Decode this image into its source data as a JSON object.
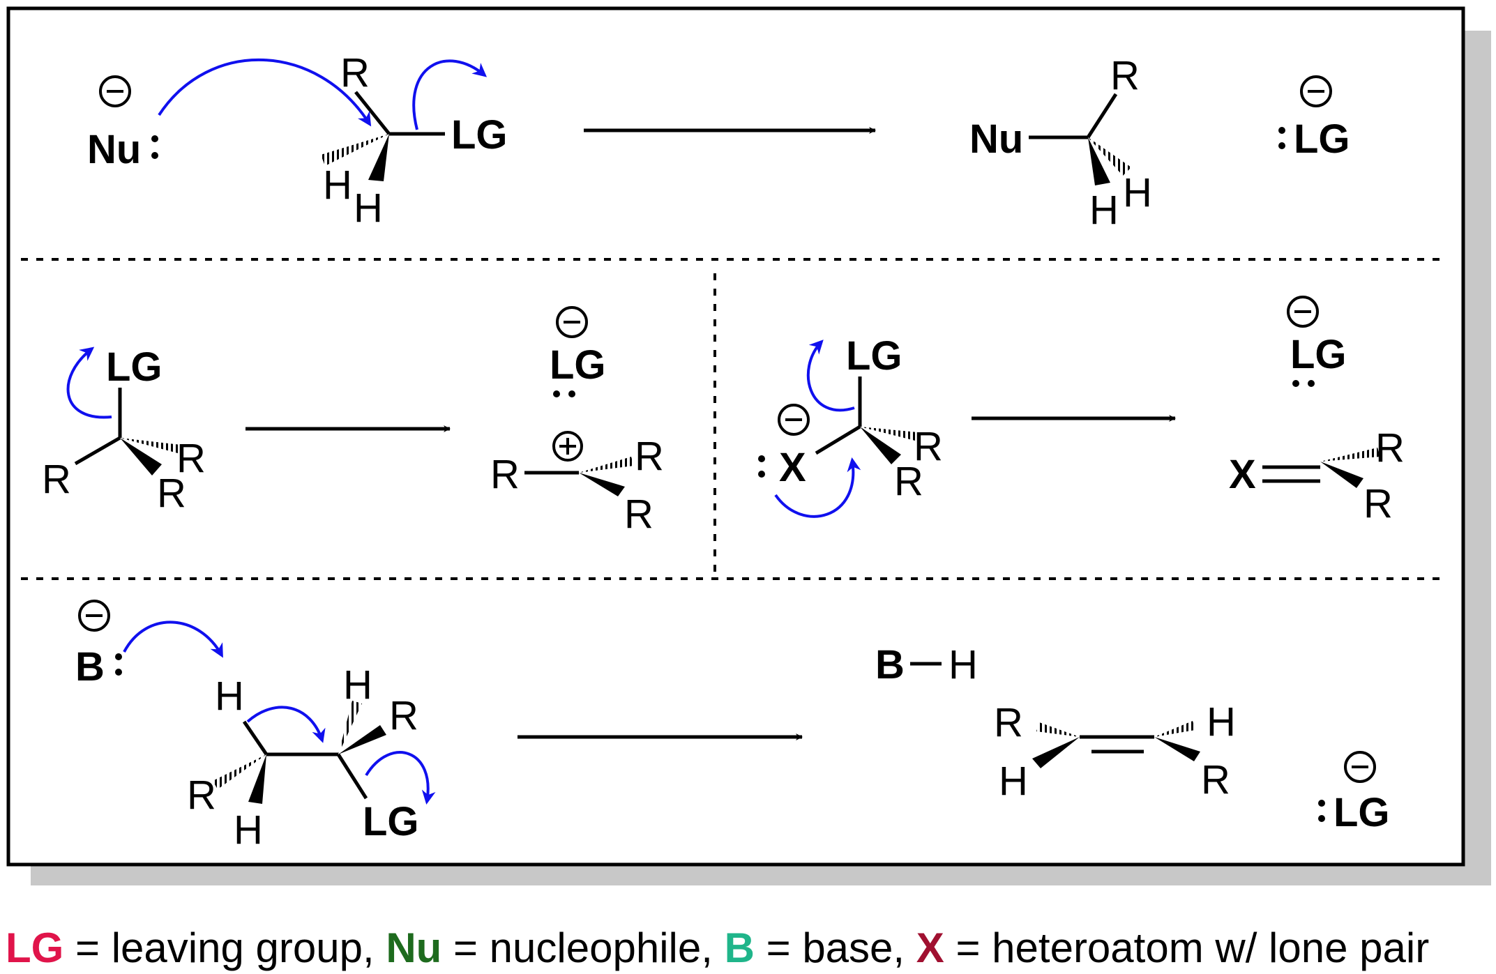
{
  "colors": {
    "leaving_group": "#e0144a",
    "nucleophile": "#1e6b1e",
    "base": "#1fb58a",
    "heteroatom": "#a01030",
    "arrow_curved": "#1010ee",
    "frame_shadow": "#c8c8c8"
  },
  "labels": {
    "lg": "LG",
    "nu": "Nu",
    "base": "B",
    "hetero": "X",
    "r": "R",
    "h": "H",
    "minus": "−",
    "plus": "+",
    "lone_pair": ":"
  },
  "legend": {
    "lg_abbr": "LG",
    "lg_text": " = leaving group, ",
    "nu_abbr": "Nu",
    "nu_text": " = nucleophile, ",
    "b_abbr": "B",
    "b_text": " = base, ",
    "x_abbr": "X",
    "x_text": " = heteroatom w/ lone pair"
  }
}
